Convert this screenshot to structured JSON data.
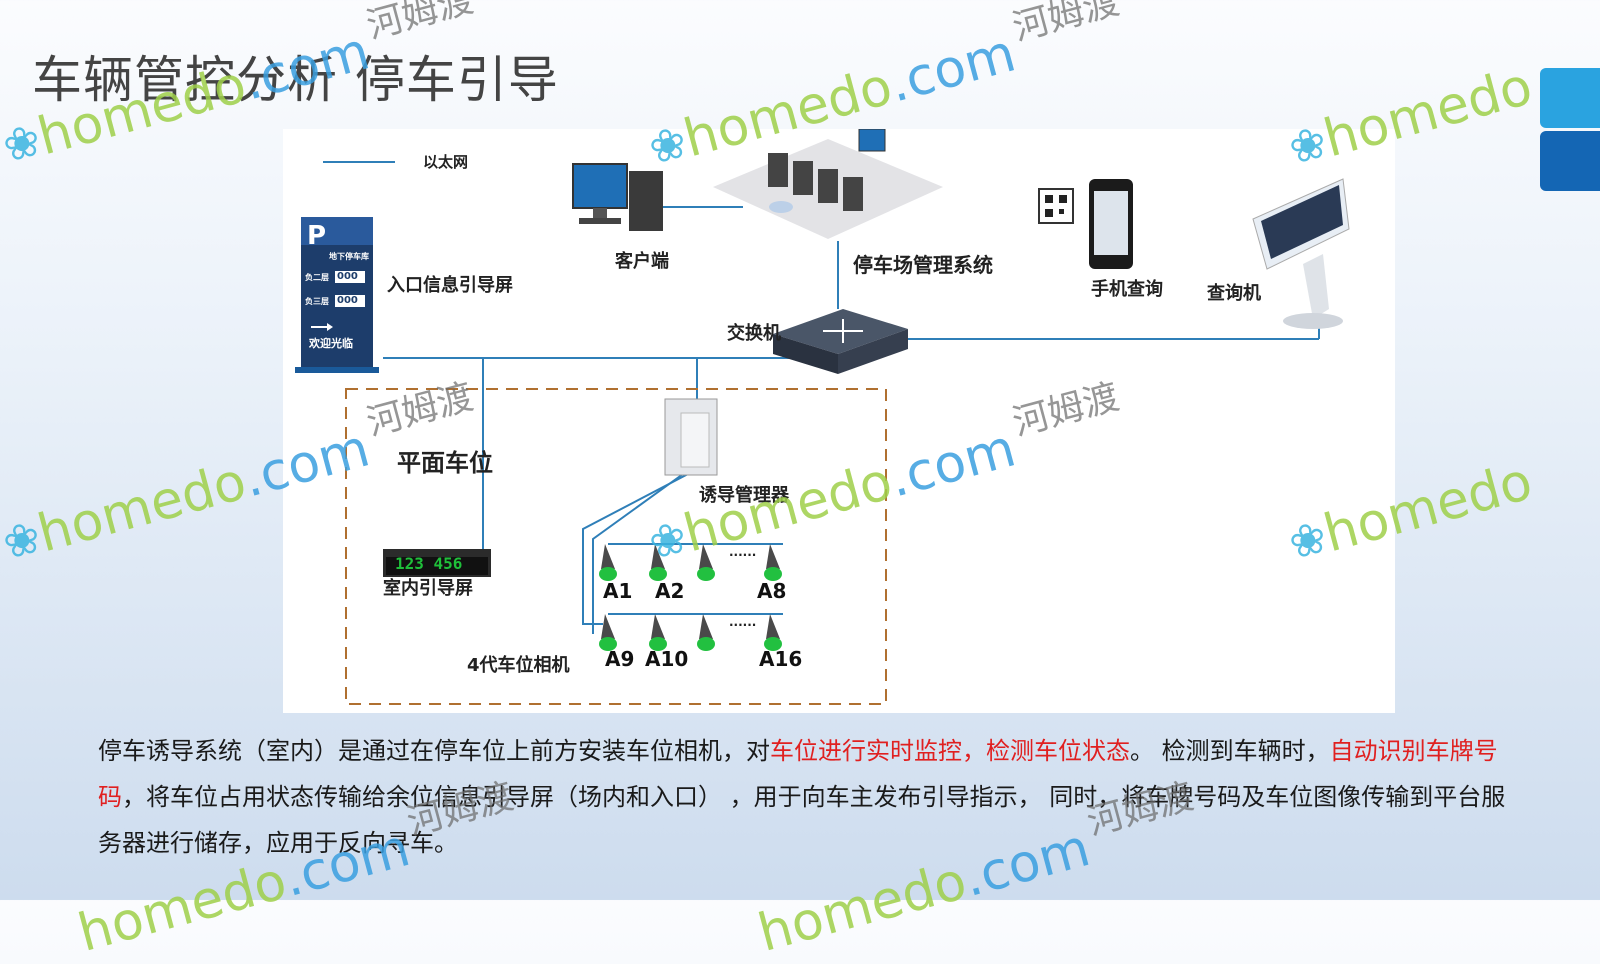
{
  "slide": {
    "title": "车辆管控分析 停车引导"
  },
  "diagram": {
    "legend_label": "以太网",
    "entrance_screen": {
      "label": "入口信息引导屏",
      "sign_letter": "P",
      "sign_header": "地下停车库",
      "row1_floor": "负二层",
      "row1_count": "000",
      "row2_floor": "负三层",
      "row2_count": "000",
      "welcome": "欢迎光临"
    },
    "client_label": "客户端",
    "management_system_label": "停车场管理系统",
    "mobile_query_label": "手机查询",
    "kiosk_label": "查询机",
    "switch_label": "交换机",
    "zone_label": "平面车位",
    "guidance_manager_label": "诱导管理器",
    "indoor_screen": {
      "label": "室内引导屏",
      "display": "123  456"
    },
    "camera_generation_label": "4代车位相机",
    "camera_rows": [
      [
        "A1",
        "A2",
        "A8"
      ],
      [
        "A9",
        "A10",
        "A16"
      ]
    ],
    "ellipsis": "......"
  },
  "description": {
    "p1": "停车诱导系统（室内）是通过在停车位上前方安装车位相机，对",
    "h1": "车位进行实时监控，检测车位状态",
    "p2": "。  检测到车辆时，",
    "h2": "自动识别车牌号码",
    "p3": "，将车位占用状态传输给余位信息引导屏（场内和入口）  ，用于向车主发布引导指示，  同时，将车牌号码及车位图像传输到平台服务器进行储存，应用于反向寻车。"
  },
  "watermark": {
    "brand": "homedo",
    "domain": ".com",
    "cn": "河姆渡"
  },
  "colors": {
    "ethernet": "#2f7fb8",
    "zone_border": "#b07030",
    "highlight": "#e02020"
  }
}
